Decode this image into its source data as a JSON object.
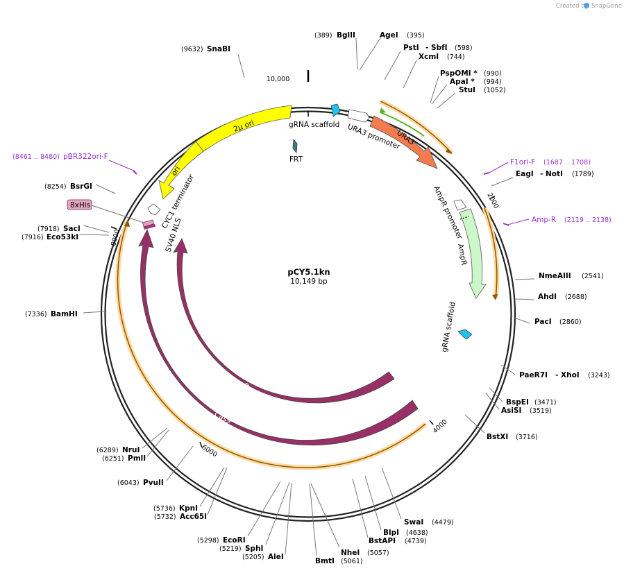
{
  "header": {
    "credit": "Created by",
    "brand": "SnapGene"
  },
  "plasmid": {
    "name": "pCY5.1kn",
    "size_label": "10,149 bp",
    "length": 10149
  },
  "ticks": [
    {
      "pos": 0,
      "label": "10,000"
    },
    {
      "pos": 2000,
      "label": "2000"
    },
    {
      "pos": 4000,
      "label": "4000"
    },
    {
      "pos": 6000,
      "label": "6000"
    },
    {
      "pos": 8000,
      "label": "8000"
    }
  ],
  "sites": [
    {
      "id": "snabi",
      "name": "SnaBI",
      "pos_label": "(9632)"
    },
    {
      "id": "bglii",
      "name": "BglII",
      "pos_label": "(389)"
    },
    {
      "id": "agei",
      "name": "AgeI",
      "pos_label": "(395)"
    },
    {
      "id": "psti",
      "name": "PstI",
      "name2": "- SbfI",
      "pos_label": "(598)"
    },
    {
      "id": "xcmi",
      "name": "XcmI",
      "pos_label": "(744)"
    },
    {
      "id": "pspomi",
      "name": "PspOMI *",
      "pos_label": "(990)"
    },
    {
      "id": "apai",
      "name": "ApaI *",
      "pos_label": "(994)"
    },
    {
      "id": "stui",
      "name": "StuI",
      "pos_label": "(1052)"
    },
    {
      "id": "eagi",
      "name": "EagI",
      "name2": "- NotI",
      "pos_label": "(1789)"
    },
    {
      "id": "nmeaiii",
      "name": "NmeAIII",
      "pos_label": "(2541)"
    },
    {
      "id": "ahdi",
      "name": "AhdI",
      "pos_label": "(2688)"
    },
    {
      "id": "paci",
      "name": "PacI",
      "pos_label": "(2860)"
    },
    {
      "id": "paer7i",
      "name": "PaeR7I",
      "name2": "- XhoI",
      "pos_label": "(3243)"
    },
    {
      "id": "bspei",
      "name": "BspEI",
      "pos_label": "(3471)"
    },
    {
      "id": "asisi",
      "name": "AsiSI",
      "pos_label": "(3519)"
    },
    {
      "id": "bstxi",
      "name": "BstXI",
      "pos_label": "(3716)"
    },
    {
      "id": "swai",
      "name": "SwaI",
      "pos_label": "(4479)"
    },
    {
      "id": "blpi",
      "name": "BlpI",
      "pos_label": "(4638)"
    },
    {
      "id": "bstapi",
      "name": "BstAPI",
      "pos_label": "(4739)"
    },
    {
      "id": "nhei",
      "name": "NheI",
      "pos_label": "(5057)"
    },
    {
      "id": "bmti",
      "name": "BmtI",
      "pos_label": "(5061)"
    },
    {
      "id": "alei",
      "name": "AleI",
      "pos_label": "(5205)"
    },
    {
      "id": "sphi",
      "name": "SphI",
      "pos_label": "(5219)"
    },
    {
      "id": "ecori",
      "name": "EcoRI",
      "pos_label": "(5298)"
    },
    {
      "id": "acc65i",
      "name": "Acc65I",
      "pos_label": "(5732)"
    },
    {
      "id": "kpni",
      "name": "KpnI",
      "pos_label": "(5736)"
    },
    {
      "id": "pvuii",
      "name": "PvuII",
      "pos_label": "(6043)"
    },
    {
      "id": "pmli",
      "name": "PmlI",
      "pos_label": "(6251)"
    },
    {
      "id": "nrui",
      "name": "NruI",
      "pos_label": "(6289)"
    },
    {
      "id": "bamhi",
      "name": "BamHI",
      "pos_label": "(7336)"
    },
    {
      "id": "eco53ki",
      "name": "Eco53kI",
      "pos_label": "(7916)"
    },
    {
      "id": "saci",
      "name": "SacI",
      "pos_label": "(7918)"
    },
    {
      "id": "bsrgi",
      "name": "BsrGI",
      "pos_label": "(8254)"
    }
  ],
  "primers": [
    {
      "id": "pbr322ori-f",
      "name": "pBR322ori-F",
      "range": "(8461 .. 8480)"
    },
    {
      "id": "f1ori-f",
      "name": "F1ori-F",
      "range": "(1687 .. 1708)"
    },
    {
      "id": "amp-r",
      "name": "Amp-R",
      "range": "(2119 .. 2138)"
    }
  ],
  "features": [
    {
      "id": "gRNA-scaffold-1",
      "label": "gRNA scaffold",
      "color": "#1ec3ee"
    },
    {
      "id": "frt",
      "label": "FRT",
      "color": "#3a7f8a"
    },
    {
      "id": "ura3-promoter",
      "label": "URA3 promoter",
      "color": "#ffffff"
    },
    {
      "id": "ura3",
      "label": "URA3",
      "color": "#f47a50"
    },
    {
      "id": "2u-ori",
      "label": "2µ ori",
      "color": "#ffff00"
    },
    {
      "id": "ori",
      "label": "ori",
      "color": "#ffff00"
    },
    {
      "id": "cyc1-terminator",
      "label": "CYC1 terminator",
      "color": "#ffffff"
    },
    {
      "id": "8xhis",
      "label": "8xHis",
      "color": "#e3a6c2"
    },
    {
      "id": "sv40-nls",
      "label": "SV40 NLS",
      "color": "#9b3a73"
    },
    {
      "id": "ampr-promoter",
      "label": "AmpR promoter",
      "color": "#ffffff"
    },
    {
      "id": "ampr",
      "label": "AmpR",
      "color": "#cbf7c9"
    },
    {
      "id": "gRNA-scaffold-2",
      "label": "gRNA scaffold",
      "color": "#1ec3ee"
    },
    {
      "id": "cas9-inner",
      "label": "Cas9",
      "color": "#982f65"
    },
    {
      "id": "cas9-outer",
      "label": "Cas9",
      "color": "#982f65"
    }
  ],
  "colors": {
    "backbone": "#222222",
    "orf_fill": "#ffb74d",
    "orf_stroke": "#8a5a00",
    "primer": "#9a2fd0",
    "inner_orf": "#5ab21c"
  }
}
